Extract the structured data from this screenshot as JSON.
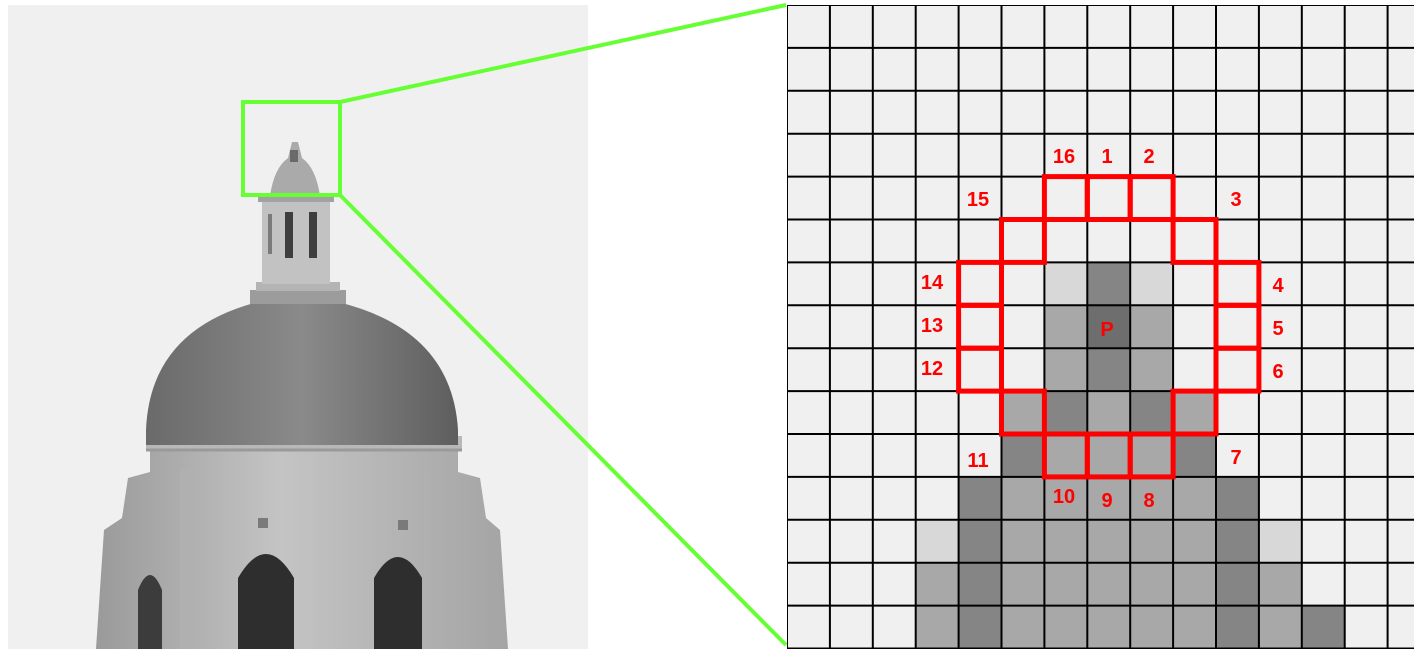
{
  "figure": {
    "center_label": "P",
    "circle_labels": [
      "1",
      "2",
      "3",
      "4",
      "5",
      "6",
      "7",
      "8",
      "9",
      "10",
      "11",
      "12",
      "13",
      "14",
      "15",
      "16"
    ],
    "colors": {
      "zoom_box": "#66ff33",
      "circle": "#ff0000",
      "labels": "#ff0000",
      "grid_lines": "#000000",
      "sky": "#f0f0f0"
    },
    "zoom_grid": {
      "columns": 15,
      "rows": 15,
      "shade_legend": {
        "L": "#d8d8d8",
        "M": "#a8a8a8",
        "D": "#858585",
        "X": "#6e6e6e"
      },
      "cells": [
        "...............",
        "...............",
        "...............",
        "...............",
        "...............",
        "...............",
        "......LDL......",
        "......MXM......",
        "......MDM......",
        ".....MDMDM.....",
        ".....DMMMD.....",
        "....DMMMMMD....",
        "...LDMMMMMDL...",
        "...MDMMMMMDM...",
        "...MDMMMMMDMD.."
      ]
    }
  }
}
